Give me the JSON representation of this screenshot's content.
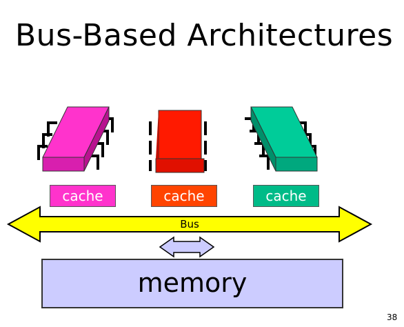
{
  "slide": {
    "title": "Bus-Based Architectures",
    "page_number": "38"
  },
  "processors": [
    {
      "color": "#ff33cc",
      "cache_label": "cache",
      "cache_color": "#ff33cc"
    },
    {
      "color": "#ff1a00",
      "cache_label": "cache",
      "cache_color": "#ff4400"
    },
    {
      "color": "#00cc99",
      "cache_label": "cache",
      "cache_color": "#00bb88"
    }
  ],
  "bus": {
    "label": "Bus",
    "color": "#ffff00"
  },
  "memory": {
    "label": "memory",
    "color": "#ccccff"
  },
  "connector": {
    "color": "#ccccff"
  }
}
